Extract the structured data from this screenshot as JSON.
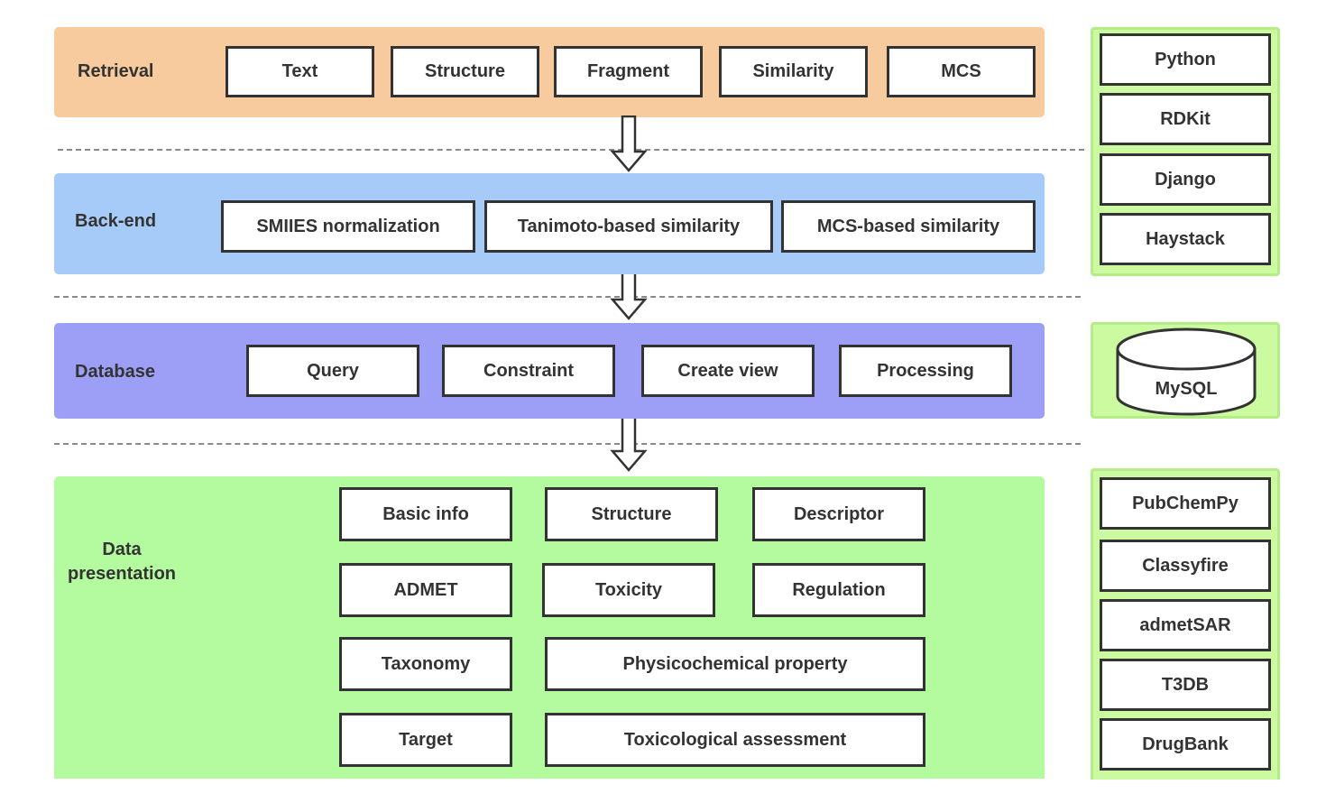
{
  "layers": {
    "retrieval": {
      "label": "Retrieval",
      "color": "#f7cb9d",
      "items": [
        "Text",
        "Structure",
        "Fragment",
        "Similarity",
        "MCS"
      ]
    },
    "backend": {
      "label": "Back-end",
      "color": "#a6cbf9",
      "items": [
        "SMIIES normalization",
        "Tanimoto-based similarity",
        "MCS-based similarity"
      ]
    },
    "database": {
      "label": "Database",
      "color": "#9d9ff6",
      "items": [
        "Query",
        "Constraint",
        "Create view",
        "Processing"
      ]
    },
    "presentation": {
      "label_line1": "Data",
      "label_line2": "presentation",
      "color": "#b4fa9f",
      "items": [
        "Basic info",
        "Structure",
        "Descriptor",
        "ADMET",
        "Toxicity",
        "Regulation",
        "Taxonomy",
        "Physicochemical property",
        "Target",
        "Toxicological assessment"
      ]
    }
  },
  "side": {
    "panel_color": "#ccfaa0",
    "frameworks": [
      "Python",
      "RDKit",
      "Django",
      "Haystack"
    ],
    "database": "MySQL",
    "sources": [
      "PubChemPy",
      "Classyfire",
      "admetSAR",
      "T3DB",
      "DrugBank"
    ]
  }
}
